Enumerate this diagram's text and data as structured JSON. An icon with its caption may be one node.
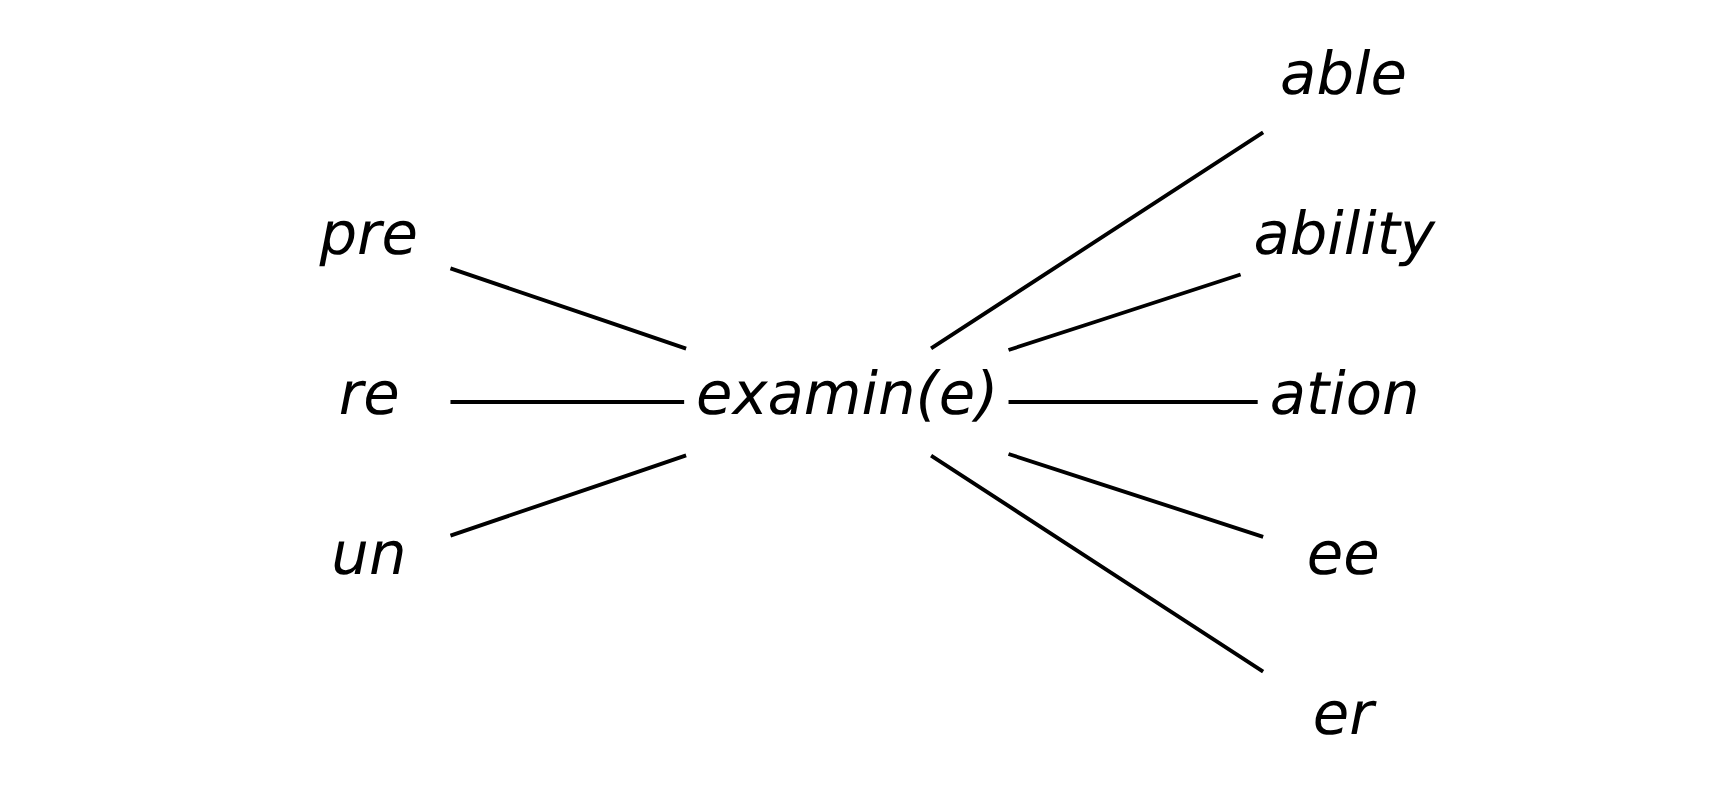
{
  "diagram": {
    "nodes": [
      {
        "text": [
          "pre"
        ]
      },
      {
        "text": [
          "re"
        ]
      },
      {
        "text": [
          "un"
        ]
      },
      {
        "text": [
          "examin(e)"
        ]
      },
      {
        "text": [
          "able"
        ]
      },
      {
        "text": [
          "ability"
        ]
      },
      {
        "text": [
          "ation"
        ]
      },
      {
        "text": [
          "ee"
        ]
      },
      {
        "text": [
          "er"
        ]
      }
    ],
    "edges": [
      {
        "from": 0,
        "to": 3,
        "arrow": "none"
      },
      {
        "from": 1,
        "to": 3,
        "arrow": "none"
      },
      {
        "from": 2,
        "to": 3,
        "arrow": "none"
      },
      {
        "from": 3,
        "to": 4,
        "arrow": "none"
      },
      {
        "from": 3,
        "to": 5,
        "arrow": "none"
      },
      {
        "from": 3,
        "to": 6,
        "arrow": "none"
      },
      {
        "from": 3,
        "to": 7,
        "arrow": "none"
      },
      {
        "from": 3,
        "to": 8,
        "arrow": "none"
      }
    ]
  }
}
